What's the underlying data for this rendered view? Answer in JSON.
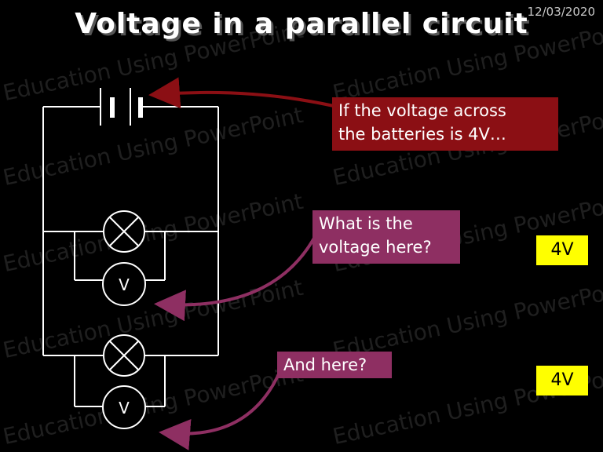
{
  "slide": {
    "date": "12/03/2020",
    "title": "Voltage in a parallel circuit",
    "watermark": "Education Using PowerPoint",
    "callouts": {
      "battery_line1": "If the voltage across",
      "battery_line2": "the batteries is 4V…",
      "question_line1": "What is the",
      "question_line2": "voltage here?",
      "question2": "And here?"
    },
    "answers": {
      "answer1": "4V",
      "answer2": "4V"
    },
    "voltmeter_symbol": "V",
    "colors": {
      "background": "#000000",
      "battery_box": "#8b0f14",
      "question_box": "#8e2f62",
      "answer_box": "#ffff00",
      "arrow_red": "#8b0f14",
      "arrow_plum": "#8e2f62"
    }
  }
}
